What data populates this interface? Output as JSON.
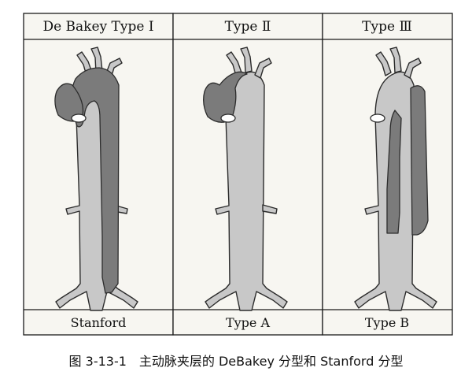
{
  "panels": [
    {
      "header": "De Bakey Type Ⅰ",
      "footer": "Stanford"
    },
    {
      "header": "Type Ⅱ",
      "footer": "Type A"
    },
    {
      "header": "Type Ⅲ",
      "footer": "Type B"
    }
  ],
  "caption": "图 3-13-1　主动脉夹层的 DeBakey 分型和 Stanford 分型",
  "colors": {
    "true_lumen": "#c8c8c8",
    "false_lumen": "#7b7b7b",
    "outline": "#2c2c2c",
    "panel_bg": "#f7f6f1"
  }
}
